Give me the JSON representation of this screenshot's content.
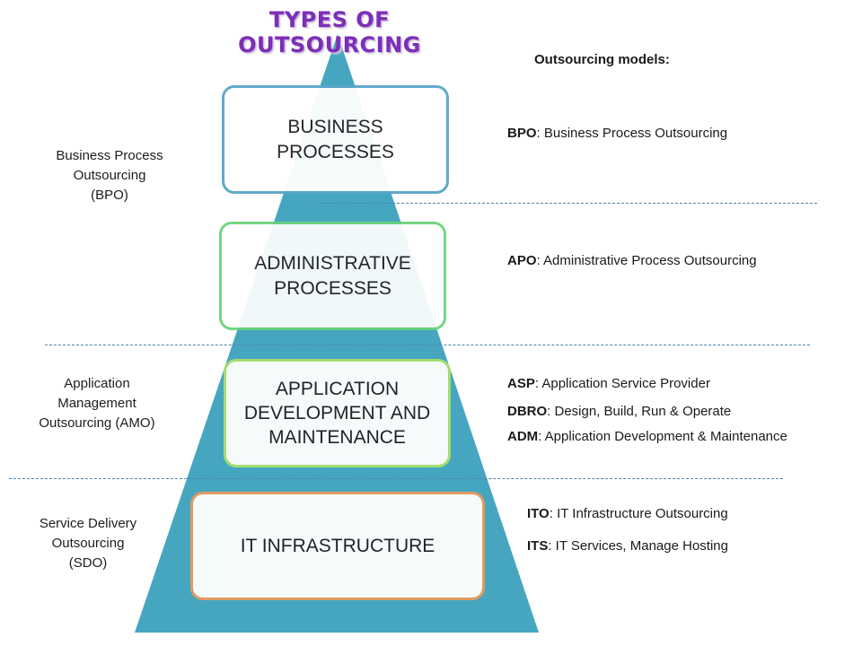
{
  "title": "TYPES OF OUTSOURCING",
  "pyramid": {
    "color": "#46a6c0",
    "levels": [
      {
        "label": "BUSINESS\nPROCESSES"
      },
      {
        "label": "ADMINISTRATIVE\nPROCESSES"
      },
      {
        "label": "APPLICATION\nDEVELOPMENT AND\nMAINTENANCE"
      },
      {
        "label": "IT INFRASTRUCTURE"
      }
    ]
  },
  "left_groups": [
    "Business Process\nOutsourcing\n(BPO)",
    "Application\nManagement\nOutsourcing (AMO)",
    "Service Delivery\nOutsourcing\n(SDO)"
  ],
  "models_heading": "Outsourcing models:",
  "models": [
    {
      "abbr": "BPO",
      "text": ": Business Process Outsourcing"
    },
    {
      "abbr": "APO",
      "text": ": Administrative Process Outsourcing"
    },
    {
      "abbr": "ASP",
      "text": ": Application Service Provider"
    },
    {
      "abbr": "DBRO",
      "text": ": Design, Build, Run & Operate"
    },
    {
      "abbr": "ADM",
      "text": ": Application Development & Maintenance"
    },
    {
      "abbr": "ITO",
      "text": ": IT Infrastructure Outsourcing"
    },
    {
      "abbr": "ITS",
      "text": ": IT Services, Manage Hosting"
    }
  ]
}
